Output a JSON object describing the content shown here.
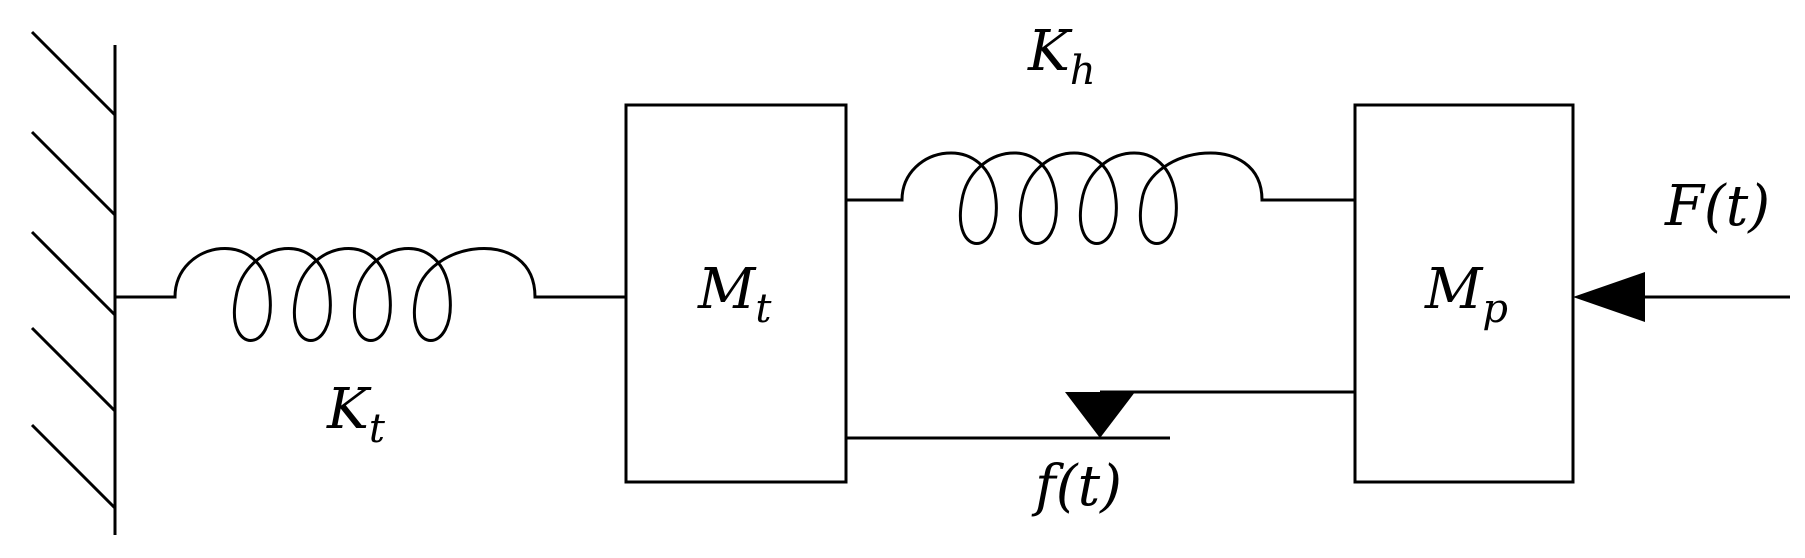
{
  "diagram": {
    "labels": {
      "kt": {
        "main": "K",
        "sub": "t"
      },
      "kh": {
        "main": "K",
        "sub": "h"
      },
      "mt": {
        "main": "M",
        "sub": "t"
      },
      "mp": {
        "main": "M",
        "sub": "p"
      },
      "f_small": "f(t)",
      "f_big": "F(t)"
    }
  }
}
